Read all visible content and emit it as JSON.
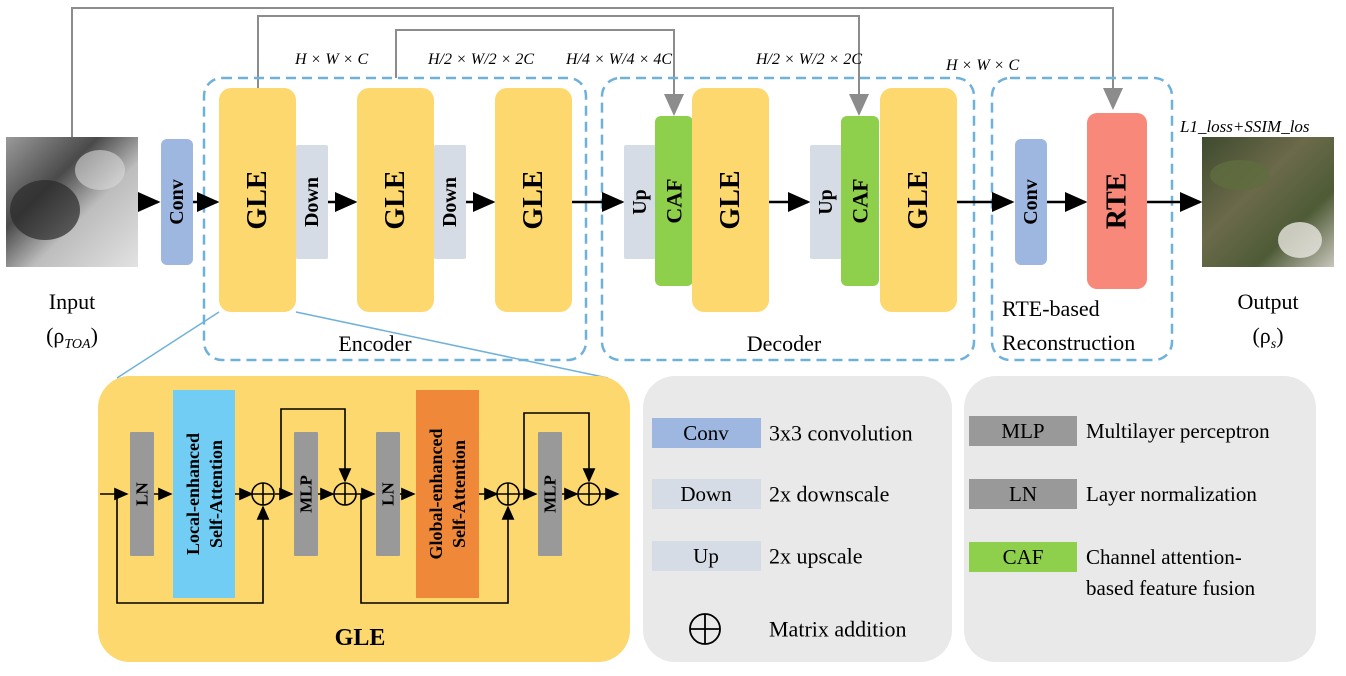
{
  "colors": {
    "gle_fill": "#FDD86E",
    "conv_fill": "#9DB7E0",
    "updown_fill": "#D6DCE5",
    "caf_fill": "#8ED04B",
    "rte_fill": "#F8897A",
    "ln_mlp_fill": "#999999",
    "local_attn_fill": "#72CDF4",
    "global_attn_fill": "#F0883A",
    "legend_bg": "#E9E9E9",
    "dash_border": "#6FB1DA",
    "gle_panel_bg": "#FDD86E"
  },
  "input": {
    "label": "Input",
    "symbol": "(ρ",
    "subscript": "TOA",
    "close": ")"
  },
  "output": {
    "label": "Output",
    "symbol": "(ρ",
    "subscript": "s",
    "close": ")"
  },
  "loss_label": "L1_loss+SSIM_los",
  "blocks": {
    "conv": "Conv",
    "gle": "GLE",
    "down": "Down",
    "up": "Up",
    "caf": "CAF",
    "rte": "RTE"
  },
  "groups": {
    "encoder": "Encoder",
    "decoder": "Decoder",
    "rte_line1": "RTE-based",
    "rte_line2": "Reconstruction"
  },
  "dims": {
    "d1": "H × W × C",
    "d2": "H/2 × W/2 × 2C",
    "d3": "H/4 × W/4 × 4C",
    "d4": "H/2 × W/2 × 2C",
    "d5": "H × W × C"
  },
  "gle_detail": {
    "title": "GLE",
    "ln": "LN",
    "mlp": "MLP",
    "local_line1": "Local-enhanced",
    "local_line2": "Self-Attention",
    "global_line1": "Global-enhanced",
    "global_line2": "Self-Attention"
  },
  "legend1": [
    {
      "key": "Conv",
      "desc": "3x3 convolution"
    },
    {
      "key": "Down",
      "desc": "2x downscale"
    },
    {
      "key": "Up",
      "desc": "2x upscale"
    },
    {
      "key": "⊕",
      "desc": "Matrix addition"
    }
  ],
  "legend2": [
    {
      "key": "MLP",
      "desc": "Multilayer perceptron"
    },
    {
      "key": "LN",
      "desc": "Layer normalization"
    },
    {
      "key": "CAF",
      "desc": "Channel attention-",
      "desc2": "based feature fusion"
    }
  ]
}
